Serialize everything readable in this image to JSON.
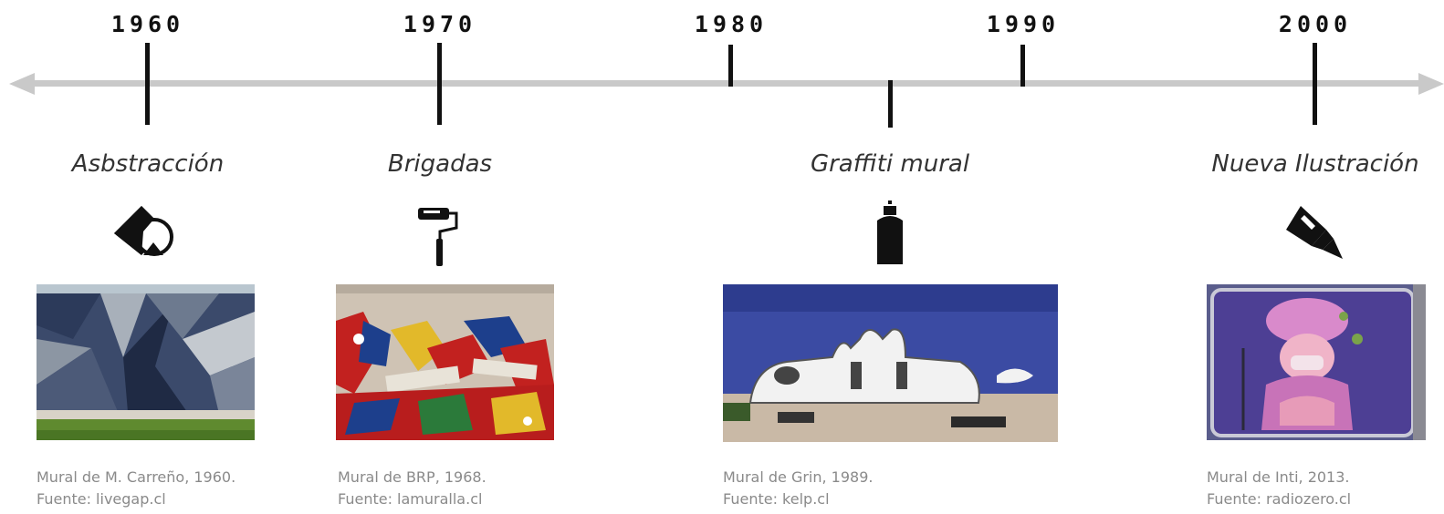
{
  "timeline": {
    "years": [
      "1960",
      "1970",
      "1980",
      "1990",
      "2000"
    ],
    "eras": [
      {
        "title": "Asbstracción",
        "icon": "diamond-shapes-icon",
        "caption_line1": "Mural de M. Carreño, 1960.",
        "caption_line2": "Fuente: livegap.cl"
      },
      {
        "title": "Brigadas",
        "icon": "paint-roller-icon",
        "caption_line1": "Mural de BRP, 1968.",
        "caption_line2": "Fuente: lamuralla.cl"
      },
      {
        "title": "Graffiti mural",
        "icon": "spray-can-icon",
        "caption_line1": "Mural de Grin, 1989.",
        "caption_line2": "Fuente: kelp.cl"
      },
      {
        "title": "Nueva Ilustración",
        "icon": "paintbrush-icon",
        "caption_line1": "Mural de Inti, 2013.",
        "caption_line2": "Fuente: radiozero.cl"
      }
    ]
  },
  "colors": {
    "axis": "#c9c9c9",
    "ink": "#111111",
    "caption": "#8a8a8a"
  }
}
